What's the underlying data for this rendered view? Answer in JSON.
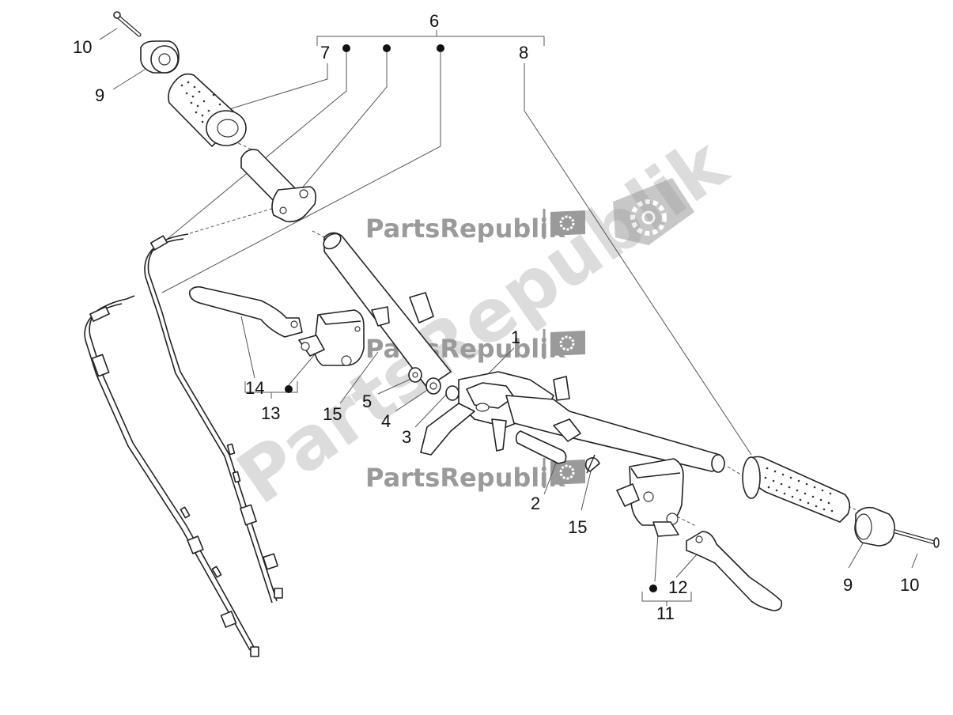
{
  "watermark": {
    "brand": "PartsRepublik",
    "gear_icon": "gear-icon",
    "flag_icon": "flag-icon"
  },
  "callouts": {
    "c1": "1",
    "c2": "2",
    "c3": "3",
    "c4": "4",
    "c5": "5",
    "c6": "6",
    "c7": "7",
    "c8": "8",
    "c9_left": "9",
    "c9_right": "9",
    "c10_left": "10",
    "c10_right": "10",
    "c11": "11",
    "c12": "12",
    "c13": "13",
    "c14": "14",
    "c15_upper": "15",
    "c15_lower": "15"
  },
  "colors": {
    "line": "#222222",
    "watermark": "#9a9a9a",
    "background": "#ffffff"
  }
}
